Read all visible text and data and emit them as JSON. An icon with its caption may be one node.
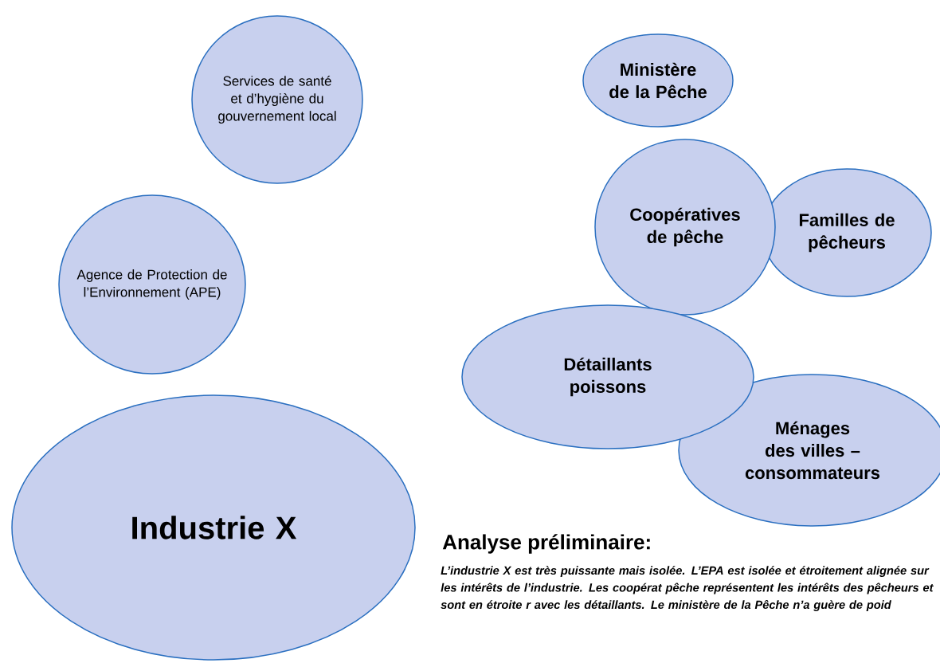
{
  "diagram": {
    "nodes": [
      {
        "text": [
          "Services de santé et d’hygiène du gouvernement local"
        ]
      },
      {
        "text": [
          "Agence de Protection de l’Environnement (APE)"
        ]
      },
      {
        "text": [
          "Industrie X"
        ]
      },
      {
        "text": [
          "Ministère de la Pêche"
        ]
      },
      {
        "text": [
          "Coopératives de pêche"
        ]
      },
      {
        "text": [
          "Familles de pêcheurs"
        ]
      },
      {
        "text": [
          "Détaillants poissons"
        ]
      },
      {
        "text": [
          "Ménages des villes – consommateurs"
        ]
      }
    ],
    "labels": [
      "Analyse préliminaire:",
      "L’industrie X est très puissante mais isolée. L’EPA est isolée et étroitement alignée sur les intérêts de l’industrie. Les coopérat pêche représentent les intérêts des pêcheurs et sont en étroite r avec les détaillants. Le ministère de la Pêche n’a guère de poid"
    ]
  }
}
